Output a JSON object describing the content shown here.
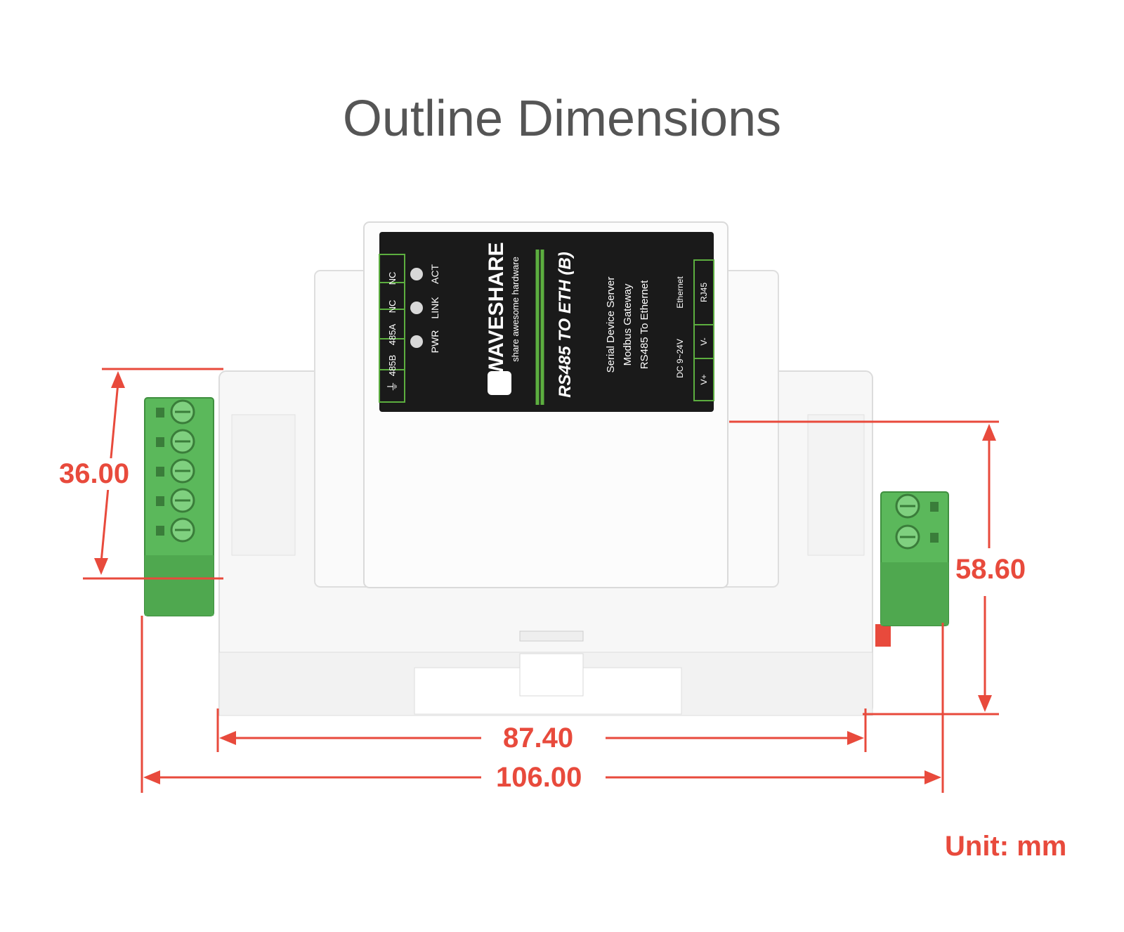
{
  "title": "Outline Dimensions",
  "unit_label": "Unit: mm",
  "dimensions": {
    "height_terminal": "36.00",
    "height_body": "58.60",
    "width_body": "87.40",
    "width_total": "106.00"
  },
  "device": {
    "brand": "WAVESHARE",
    "slogan": "share awesome hardware",
    "model": "RS485 TO ETH (B)",
    "desc_1": "Serial Device Server",
    "desc_2": "Modbus Gateway",
    "desc_3": "RS485 To Ethernet",
    "left_pins": [
      "NC",
      "NC",
      "485A",
      "485B",
      "⏚"
    ],
    "leds": [
      "ACT",
      "LINK",
      "PWR"
    ],
    "right_pins": [
      "RJ45",
      "V-",
      "V+"
    ],
    "right_labels": [
      "Ethernet",
      "DC 9~24V"
    ]
  },
  "colors": {
    "dimension": "#e84a3c",
    "terminal": "#5bb85b",
    "panel": "#1a1a1a",
    "accent": "#5cae3f"
  }
}
